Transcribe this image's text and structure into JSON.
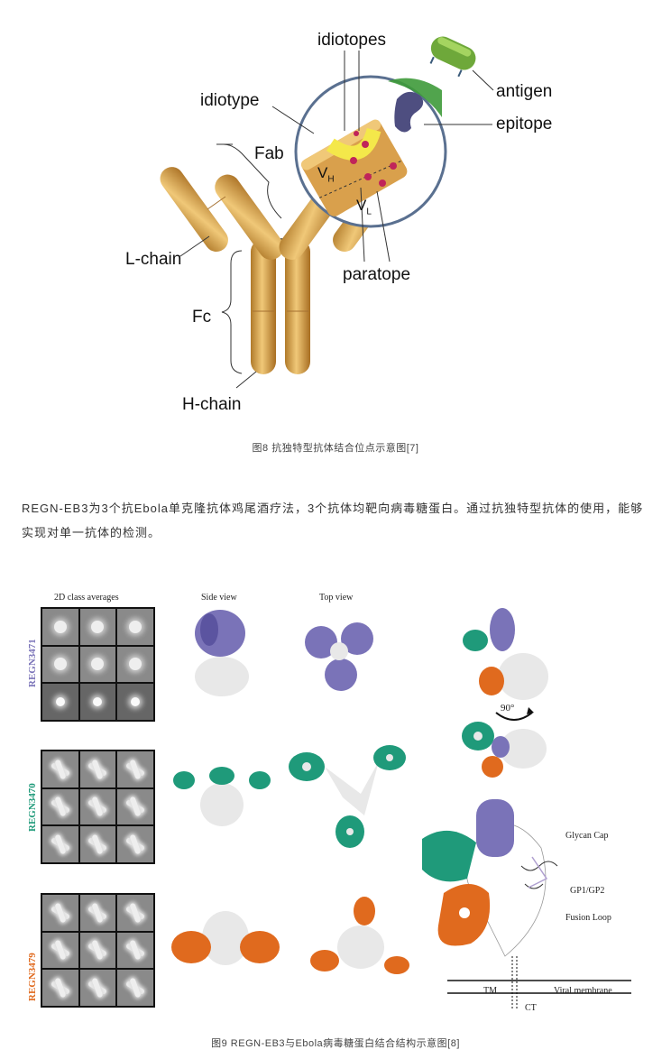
{
  "figure8": {
    "labels": {
      "idiotopes": "idiotopes",
      "antigen": "antigen",
      "idiotype": "idiotype",
      "epitope": "epitope",
      "fab": "Fab",
      "vh": "V",
      "vh_sub": "H",
      "vl": "V",
      "vl_sub": "L",
      "l_chain": "L-chain",
      "paratope": "paratope",
      "fc": "Fc",
      "h_chain": "H-chain"
    },
    "caption": "图8 抗独特型抗体结合位点示意图[7]",
    "colors": {
      "antibody": "#d9a04c",
      "circle": "#5a7090",
      "antigen": "#6ea83a",
      "epitope": "#5a5a8a",
      "paratope_yellow": "#f4e84a",
      "dots": "#c0245a"
    }
  },
  "paragraph": "REGN-EB3为3个抗Ebola单克隆抗体鸡尾酒疗法，3个抗体均靶向病毒糖蛋白。通过抗独特型抗体的使用，能够实现对单一抗体的检测。",
  "figure9": {
    "headers": {
      "class_avg": "2D class averages",
      "side_view": "Side view",
      "top_view": "Top view"
    },
    "rows": [
      {
        "name": "REGN3471",
        "color": "#7a73b8"
      },
      {
        "name": "REGN3470",
        "color": "#1f9a7a"
      },
      {
        "name": "REGN3479",
        "color": "#e06a1e"
      }
    ],
    "rotation": "90°",
    "labels": {
      "glycan_cap": "Glycan Cap",
      "gp": "GP1/GP2",
      "fusion_loop": "Fusion Loop",
      "tm": "TM",
      "viral_membrane": "Viral membrane",
      "ct": "CT"
    },
    "caption": "图9 REGN-EB3与Ebola病毒糖蛋白结合结构示意图[8]"
  }
}
